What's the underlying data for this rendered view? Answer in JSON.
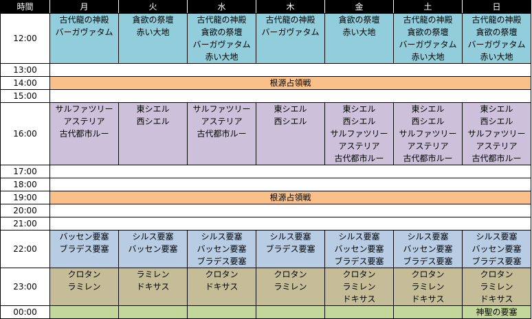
{
  "header": [
    "時間",
    "月",
    "火",
    "水",
    "木",
    "金",
    "土",
    "日"
  ],
  "colors": {
    "noon": "#92cddc",
    "event": "#f9c08a",
    "afternoon": "#ccc0da",
    "night": "#b8cce4",
    "late": "#c4bd97",
    "midnight": "#c4d79b",
    "header_bg": "#000000"
  },
  "rows": [
    {
      "time": "12:00",
      "kind": "cells",
      "color": "noon",
      "height": 72,
      "cells": [
        [
          "古代龍の神殿",
          "バーガヴァタム"
        ],
        [
          "貪欲の祭壇",
          "赤い大地"
        ],
        [
          "古代龍の神殿",
          "貪欲の祭壇",
          "バーガヴァタム",
          "赤い大地"
        ],
        [
          "古代龍の神殿",
          "バーガヴァタム"
        ],
        [
          "貪欲の祭壇",
          "赤い大地"
        ],
        [
          "古代龍の神殿",
          "貪欲の祭壇",
          "バーガヴァタム",
          "赤い大地"
        ],
        [
          "古代龍の神殿",
          "貪欲の祭壇",
          "バーガヴァタム",
          "赤い大地"
        ]
      ]
    },
    {
      "time": "13:00",
      "kind": "blank",
      "height": 18
    },
    {
      "time": "14:00",
      "kind": "event",
      "height": 18,
      "text": "根源占領戦"
    },
    {
      "time": "15:00",
      "kind": "blank",
      "height": 18
    },
    {
      "time": "16:00",
      "kind": "cells",
      "color": "afternoon",
      "height": 90,
      "cells": [
        [
          "サルファツリー",
          "アステリア",
          "古代都市ルー"
        ],
        [
          "東シエル",
          "西シエル"
        ],
        [
          "サルファツリー",
          "アステリア",
          "古代都市ルー"
        ],
        [
          "東シエル",
          "西シエル"
        ],
        [
          "東シエル",
          "西シエル",
          "サルファツリー",
          "アステリア",
          "古代都市ルー"
        ],
        [
          "東シエル",
          "西シエル",
          "サルファツリー",
          "アステリア",
          "古代都市ルー"
        ],
        [
          "東シエル",
          "西シエル",
          "サルファツリー",
          "アステリア",
          "古代都市ルー"
        ]
      ]
    },
    {
      "time": "17:00",
      "kind": "blank",
      "height": 18
    },
    {
      "time": "18:00",
      "kind": "blank",
      "height": 18
    },
    {
      "time": "19:00",
      "kind": "event",
      "height": 18,
      "text": "根源占領戦"
    },
    {
      "time": "20:00",
      "kind": "blank",
      "height": 18
    },
    {
      "time": "21:00",
      "kind": "blank",
      "height": 18
    },
    {
      "time": "22:00",
      "kind": "cells",
      "color": "night",
      "height": 54,
      "cells": [
        [
          "バッセン要塞",
          "ブラデス要塞"
        ],
        [
          "シルス要塞",
          "バッセン要塞"
        ],
        [
          "シルス要塞",
          "バッセン要塞",
          "ブラデス要塞"
        ],
        [
          "シルス要塞",
          "ブラデス要塞"
        ],
        [
          "シルス要塞",
          "バッセン要塞",
          "ブラデス要塞"
        ],
        [
          "シルス要塞",
          "バッセン要塞",
          "ブラデス要塞"
        ],
        [
          "シルス要塞",
          "バッセン要塞",
          "ブラデス要塞"
        ]
      ]
    },
    {
      "time": "23:00",
      "kind": "cells",
      "color": "late",
      "height": 54,
      "cells": [
        [
          "クロタン",
          "ラミレン"
        ],
        [
          "ラミレン",
          "ドキサス"
        ],
        [
          "クロタン",
          "ドキサス"
        ],
        [
          "クロタン",
          "ラミレン"
        ],
        [
          "クロタン",
          "ラミレン",
          "ドキサス"
        ],
        [
          "クロタン",
          "ラミレン",
          "ドキサス"
        ],
        [
          "クロタン",
          "ラミレン",
          "ドキサス"
        ]
      ]
    },
    {
      "time": "00:00",
      "kind": "cells",
      "color": "midnight",
      "height": 18,
      "cells": [
        [],
        [],
        [],
        [],
        [],
        [],
        [
          "神聖の要塞"
        ]
      ]
    }
  ]
}
